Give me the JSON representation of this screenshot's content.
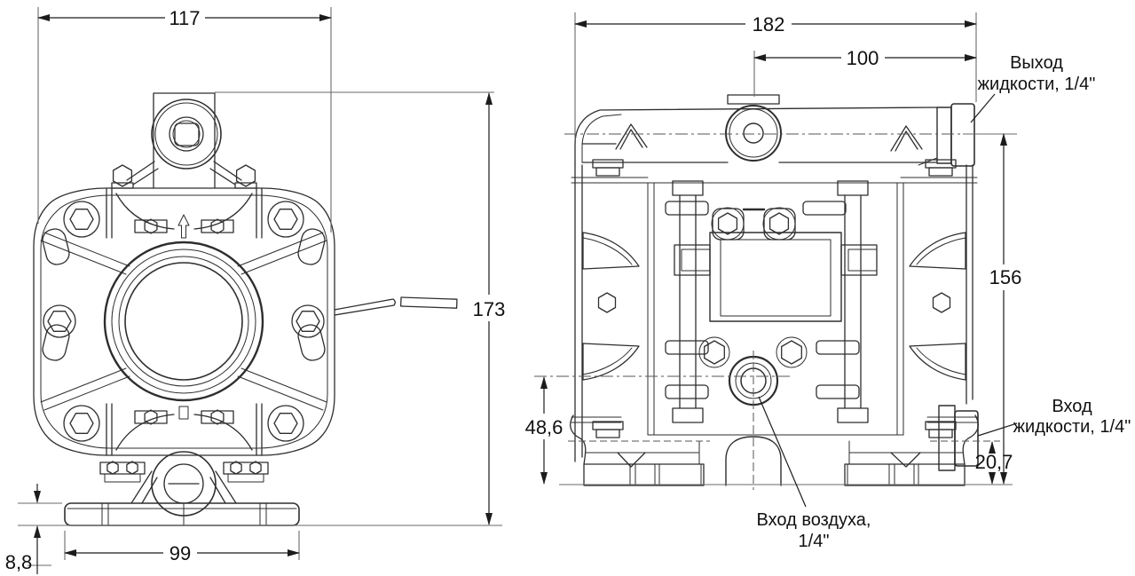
{
  "front_view": {
    "dim_width": "117",
    "dim_height": "173",
    "dim_base_width": "99",
    "dim_base_height": "8,8"
  },
  "side_view": {
    "dim_width": "182",
    "dim_outlet_offset": "100",
    "dim_outlet_height": "156",
    "dim_inlet_axis_height": "48,6",
    "dim_inlet_height": "20,7",
    "label_outlet_line1": "Выход",
    "label_outlet_line2": "жидкости, 1/4\"",
    "label_inlet_line1": "Вход",
    "label_inlet_line2": "жидкости, 1/4\"",
    "label_air_line1": "Вход воздуха,",
    "label_air_line2": "1/4\""
  },
  "colors": {
    "line": "#2e2e2e",
    "dimension": "#1c1c1c",
    "background": "#ffffff"
  }
}
